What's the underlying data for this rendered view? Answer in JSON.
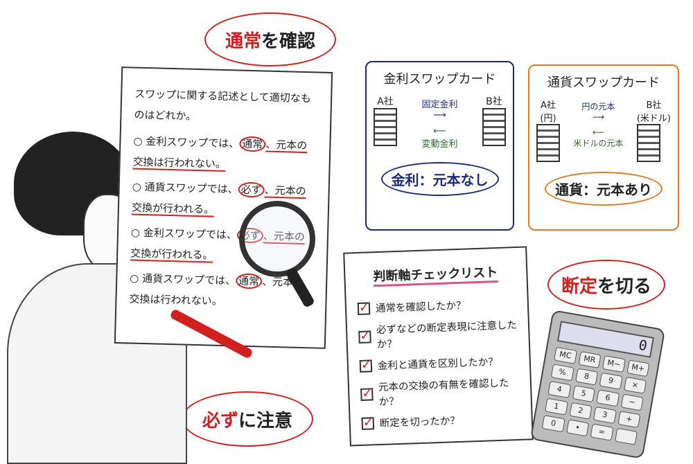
{
  "bubbles": {
    "top": {
      "red": "通常",
      "rest": "を確認"
    },
    "bottom": {
      "red": "必ず",
      "rest": "に注意"
    },
    "right": {
      "red": "断定",
      "rest": "を切る"
    }
  },
  "paper": {
    "question": "スワップに関する記述として適切なものはどれか。",
    "options": [
      {
        "marker": "○",
        "pre": "金利スワップでは、",
        "key": "通常",
        "post": "、元本の交換は行われない。"
      },
      {
        "marker": "○",
        "pre": "通貨スワップでは、",
        "key": "必ず",
        "post": "、元本の交換が行われる。"
      },
      {
        "marker": "○",
        "pre": "金利スワップでは、",
        "key": "必ず",
        "post": "、元本の交換が行われる。"
      },
      {
        "marker": "○",
        "pre": "通貨スワップでは、",
        "key": "通常",
        "post": "、元本の交換は行われない。"
      }
    ]
  },
  "interest_card": {
    "title": "金利スワップカード",
    "left": "A社",
    "right": "B社",
    "top_arrow": "固定金利",
    "bottom_arrow": "変動金利",
    "summary": "金利：元本なし",
    "color": "#1a2a7a"
  },
  "currency_card": {
    "title": "通貨スワップカード",
    "left": "A社\n(円)",
    "right": "B社\n(米ドル)",
    "top_arrow": "円の元本",
    "bottom_arrow": "米ドルの元本",
    "summary": "通貨：元本あり",
    "color": "#e07a20"
  },
  "checklist": {
    "title": "判断軸チェックリスト",
    "items": [
      "通常を確認したか？",
      "必ずなどの断定表現に注意したか？",
      "金利と通貨を区別したか？",
      "元本の交換の有無を確認したか？",
      "断定を切ったか？"
    ],
    "check": "✓"
  },
  "calculator": {
    "display": "0",
    "keys": [
      "MC",
      "MR",
      "M−",
      "M+",
      "%",
      "8",
      "9",
      "×",
      "4",
      "5",
      "6",
      "−",
      "1",
      "2",
      "3",
      "+",
      "0",
      "•",
      "=",
      ""
    ]
  }
}
